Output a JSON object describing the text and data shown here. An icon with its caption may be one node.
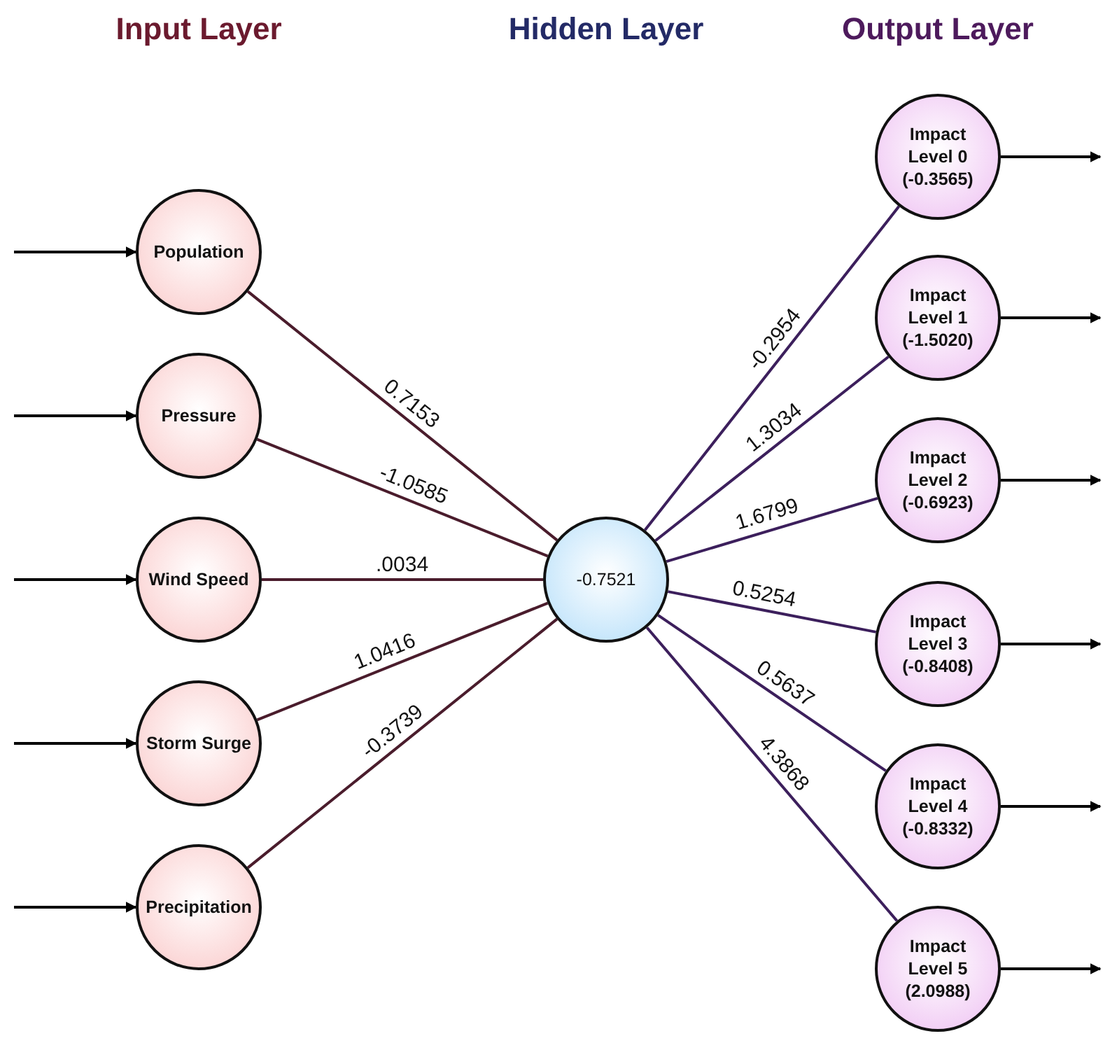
{
  "diagram": {
    "nodes": [
      {
        "text": [
          "Population"
        ]
      },
      {
        "text": [
          "Pressure"
        ]
      },
      {
        "text": [
          "Wind Speed"
        ]
      },
      {
        "text": [
          "Storm Surge"
        ]
      },
      {
        "text": [
          "Precipitation"
        ]
      },
      {
        "text": [
          "-0.7521"
        ]
      },
      {
        "text": [
          "Impact Level 0 (-0.3565)"
        ]
      },
      {
        "text": [
          "Impact Level 1 (-1.5020)"
        ]
      },
      {
        "text": [
          "Impact Level 2 (-0.6923)"
        ]
      },
      {
        "text": [
          "Impact Level 3 (-0.8408)"
        ]
      },
      {
        "text": [
          "Impact Level 4 (-0.8332)"
        ]
      },
      {
        "text": [
          "Impact Level 5 (2.0988)"
        ]
      }
    ],
    "edges": [
      {
        "from": null,
        "to": 0,
        "arrow": "to"
      },
      {
        "from": null,
        "to": 1,
        "arrow": "to"
      },
      {
        "from": null,
        "to": 2,
        "arrow": "to"
      },
      {
        "from": null,
        "to": 3,
        "arrow": "to"
      },
      {
        "from": null,
        "to": 4,
        "arrow": "to"
      },
      {
        "from": 0,
        "to": 5,
        "arrow": "none",
        "label": "0.7153",
        "color": "#4a1c2c"
      },
      {
        "from": 1,
        "to": 5,
        "arrow": "none",
        "label": "-1.0585",
        "color": "#4a1c2c"
      },
      {
        "from": 2,
        "to": 5,
        "arrow": "none",
        "label": ".0034",
        "color": "#4a1c2c"
      },
      {
        "from": 3,
        "to": 5,
        "arrow": "none",
        "label": "1.0416",
        "color": "#4a1c2c"
      },
      {
        "from": 4,
        "to": 5,
        "arrow": "none",
        "label": "-0.3739",
        "color": "#4a1c2c"
      },
      {
        "from": 5,
        "to": 6,
        "arrow": "none",
        "label": "-0.2954",
        "color": "#3c1f5c"
      },
      {
        "from": 5,
        "to": 7,
        "arrow": "none",
        "label": "1.3034",
        "color": "#3c1f5c"
      },
      {
        "from": 5,
        "to": 8,
        "arrow": "none",
        "label": "1.6799",
        "color": "#3c1f5c"
      },
      {
        "from": 5,
        "to": 9,
        "arrow": "none",
        "label": "0.5254",
        "color": "#3c1f5c"
      },
      {
        "from": 5,
        "to": 10,
        "arrow": "none",
        "label": "0.5637",
        "color": "#3c1f5c"
      },
      {
        "from": 5,
        "to": 11,
        "arrow": "none",
        "label": "4.3868",
        "color": "#3c1f5c"
      },
      {
        "from": 6,
        "to": null,
        "arrow": "to"
      },
      {
        "from": 7,
        "to": null,
        "arrow": "to"
      },
      {
        "from": 8,
        "to": null,
        "arrow": "to"
      },
      {
        "from": 9,
        "to": null,
        "arrow": "to"
      },
      {
        "from": 10,
        "to": null,
        "arrow": "to"
      },
      {
        "from": 11,
        "to": null,
        "arrow": "to"
      }
    ],
    "labels": [
      "Input Layer",
      "Hidden Layer",
      "Output Layer"
    ]
  }
}
